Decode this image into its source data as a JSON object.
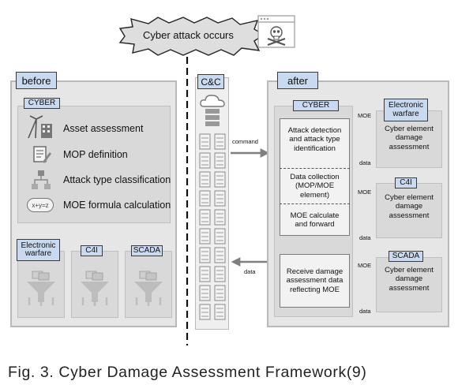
{
  "top_event": "Cyber attack occurs",
  "before": {
    "label": "before",
    "cyber": {
      "tag": "CYBER",
      "items": [
        "Asset assessment",
        "MOP definition",
        "Attack type classification",
        "MOE formula calculation"
      ],
      "formula_glyph": "x+y=z"
    },
    "domains": [
      "Electronic warfare",
      "C4I",
      "SCADA"
    ]
  },
  "cc": {
    "label": "C&C"
  },
  "arrows": {
    "command": "command",
    "data": "data",
    "moe": "MOE"
  },
  "after": {
    "label": "after",
    "cyber": {
      "tag": "CYBER",
      "steps": [
        "Attack detection and attack type identification",
        "Data collection (MOP/MOE element)",
        "MOE calculate and forward"
      ],
      "receive": "Receive damage assessment data reflecting MOE"
    },
    "domains": [
      {
        "tag": "Electronic warfare",
        "text": "Cyber element damage assessment"
      },
      {
        "tag": "C4I",
        "text": "Cyber element damage assessment"
      },
      {
        "tag": "SCADA",
        "text": "Cyber element damage assessment"
      }
    ]
  },
  "caption": "Fig. 3. Cyber Damage Assessment Framework(9)"
}
